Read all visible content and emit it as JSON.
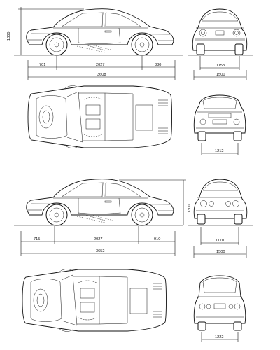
{
  "drawing": {
    "colors": {
      "ink": "#111111",
      "paper": "#ffffff"
    },
    "view_a": {
      "height": "1300",
      "front_overhang": "701",
      "wheelbase": "2027",
      "rear_overhang": "880",
      "length": "3608",
      "front_track": "1158",
      "width": "1500"
    },
    "plan_a": {
      "rear_track": "1212"
    },
    "view_b": {
      "height": "1300",
      "front_overhang": "715",
      "wheelbase": "2027",
      "rear_overhang": "910",
      "length": "3652",
      "front_track": "1170",
      "width": "1500"
    },
    "plan_b": {
      "rear_track": "1222"
    }
  }
}
